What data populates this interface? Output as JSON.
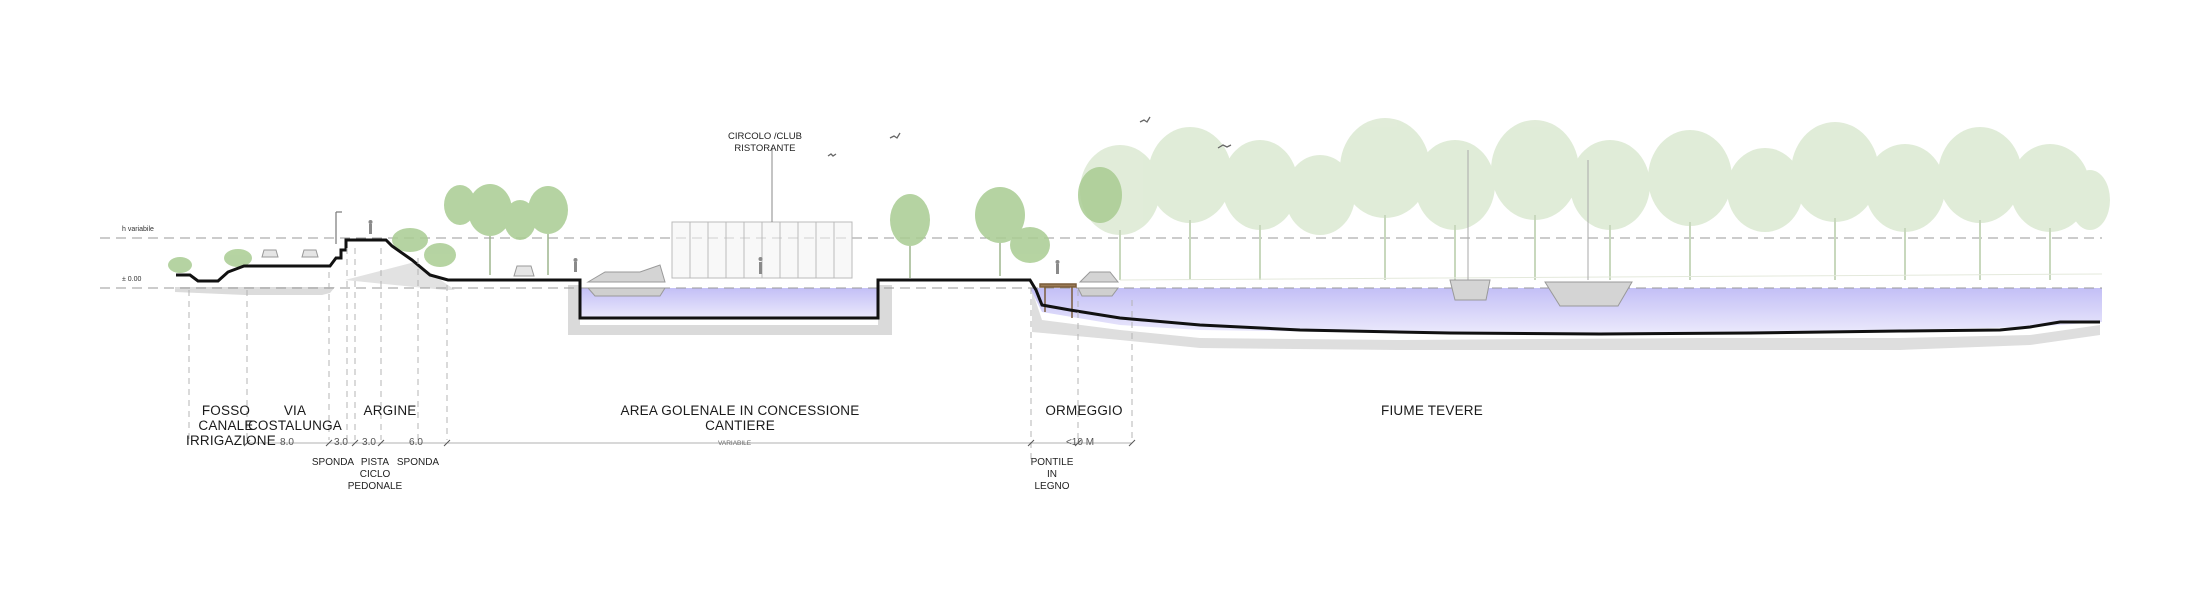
{
  "levels": {
    "upper": "h variabile",
    "zero": "± 0.00"
  },
  "building_label": [
    "CIRCOLO /CLUB",
    "RISTORANTE"
  ],
  "zones": [
    {
      "id": "fosso",
      "lines": [
        "FOSSO",
        "CANALE",
        "IRRIGAZIONE"
      ]
    },
    {
      "id": "via",
      "lines": [
        "VIA",
        "COSTALUNGA"
      ]
    },
    {
      "id": "argine",
      "lines": [
        "ARGINE"
      ]
    },
    {
      "id": "area",
      "lines": [
        "AREA GOLENALE IN CONCESSIONE",
        "CANTIERE"
      ]
    },
    {
      "id": "ormeggio",
      "lines": [
        "ORMEGGIO"
      ]
    },
    {
      "id": "fiume",
      "lines": [
        "FIUME TEVERE"
      ]
    }
  ],
  "dimensions": {
    "via": "8.0",
    "sponda_1": "3.0",
    "pista": "3.0",
    "sponda_2": "6.0",
    "area": "VARIABILE",
    "ormeggio": "<10 M"
  },
  "sub_labels": [
    {
      "id": "sponda-1",
      "lines": [
        "SPONDA"
      ]
    },
    {
      "id": "pista",
      "lines": [
        "PISTA",
        "CICLO",
        "PEDONALE"
      ]
    },
    {
      "id": "sponda-2",
      "lines": [
        "SPONDA"
      ]
    },
    {
      "id": "pontile",
      "lines": [
        "PONTILE",
        "IN",
        "LEGNO"
      ]
    }
  ],
  "colors": {
    "water": "#c9c6f7",
    "water_light": "#e6e4fb",
    "ground_shadow": "#d9d9d9",
    "profile": "#111111",
    "tree": "#b7d3a2",
    "tree_dark": "#94bf7d"
  }
}
